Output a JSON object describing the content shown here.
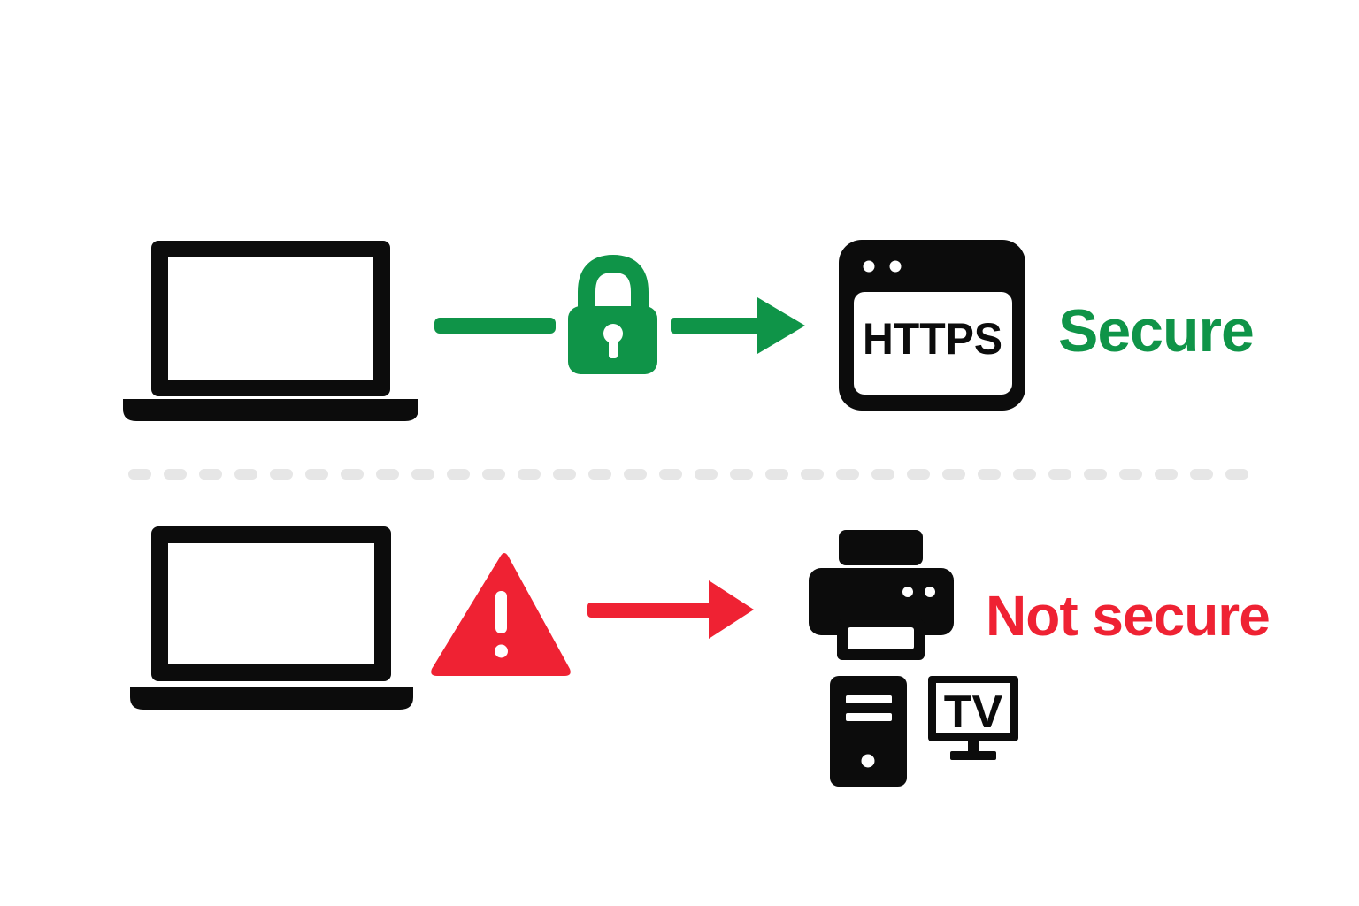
{
  "colors": {
    "secure": "#0f9448",
    "insecure": "#ef2233",
    "ink": "#0c0c0c",
    "divider": "#e6e6e6"
  },
  "secure_row": {
    "client_icon": "laptop-icon",
    "channel_icon": "lock-icon",
    "server_icon": "browser-window-icon",
    "server_text": "HTTPS",
    "status_label": "Secure"
  },
  "insecure_row": {
    "client_icon": "laptop-icon",
    "channel_icon": "warning-triangle-icon",
    "device_icons": [
      "printer-icon",
      "desktop-tower-icon",
      "tv-icon"
    ],
    "tv_text": "TV",
    "status_label": "Not secure"
  }
}
